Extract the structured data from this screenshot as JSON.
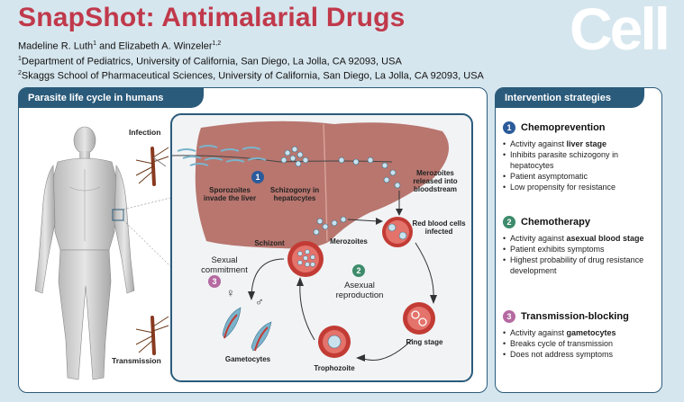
{
  "header": {
    "title": "SnapShot: Antimalarial Drugs",
    "authors": "Madeline R. Luth",
    "authors_sup1": "1",
    "authors_and": " and Elizabeth A. Winzeler",
    "authors_sup2": "1,2",
    "affil1_sup": "1",
    "affil1": "Department of Pediatrics, University of California, San Diego, La Jolla, CA 92093, USA",
    "affil2_sup": "2",
    "affil2": "Skaggs School of Pharmaceutical Sciences, University of California, San Diego, La Jolla, CA 92093, USA",
    "logo": "Cell"
  },
  "lifecycle": {
    "header": "Parasite life cycle in humans",
    "infection": "Infection",
    "transmission": "Transmission",
    "sporozoites": "Sporozoites invade the liver",
    "schizogony": "Schizogony in hepatocytes",
    "merozoites_released": "Merozoites released into bloodstream",
    "rbc_infected": "Red blood cells infected",
    "merozoites": "Merozoites",
    "schizont": "Schizont",
    "sexual_commitment": "Sexual commitment",
    "asexual": "Asexual reproduction",
    "ring_stage": "Ring stage",
    "trophozoite": "Trophozoite",
    "gametocytes": "Gametocytes",
    "female_symbol": "♀",
    "male_symbol": "♂",
    "num1": "1",
    "num2": "2",
    "num3": "3"
  },
  "strategies": {
    "header": "Intervention strategies",
    "items": [
      {
        "num": "1",
        "title": "Chemoprevention",
        "bullets": [
          {
            "pre": "Activity against ",
            "bold": "liver stage",
            "post": ""
          },
          {
            "pre": "Inhibits parasite schizogony in hepatocytes",
            "bold": "",
            "post": ""
          },
          {
            "pre": "Patient asymptomatic",
            "bold": "",
            "post": ""
          },
          {
            "pre": "Low propensity for resistance",
            "bold": "",
            "post": ""
          }
        ]
      },
      {
        "num": "2",
        "title": "Chemotherapy",
        "bullets": [
          {
            "pre": "Activity against ",
            "bold": "asexual blood stage",
            "post": ""
          },
          {
            "pre": "Patient exhibits symptoms",
            "bold": "",
            "post": ""
          },
          {
            "pre": "Highest probability of drug resistance development",
            "bold": "",
            "post": ""
          }
        ]
      },
      {
        "num": "3",
        "title": "Transmission-blocking",
        "bullets": [
          {
            "pre": "Activity against ",
            "bold": "gametocytes",
            "post": ""
          },
          {
            "pre": "Breaks cycle of transmission",
            "bold": "",
            "post": ""
          },
          {
            "pre": "Does not address symptoms",
            "bold": "",
            "post": ""
          }
        ]
      }
    ]
  },
  "colors": {
    "title": "#c0394b",
    "panel_header": "#2b5b7b",
    "background": "#d6e6ee",
    "liver": "#b8766e",
    "rbc": "#c23b34",
    "stage1": "#2b5b9b",
    "stage2": "#3d8b6b",
    "stage3": "#b46aa0"
  }
}
